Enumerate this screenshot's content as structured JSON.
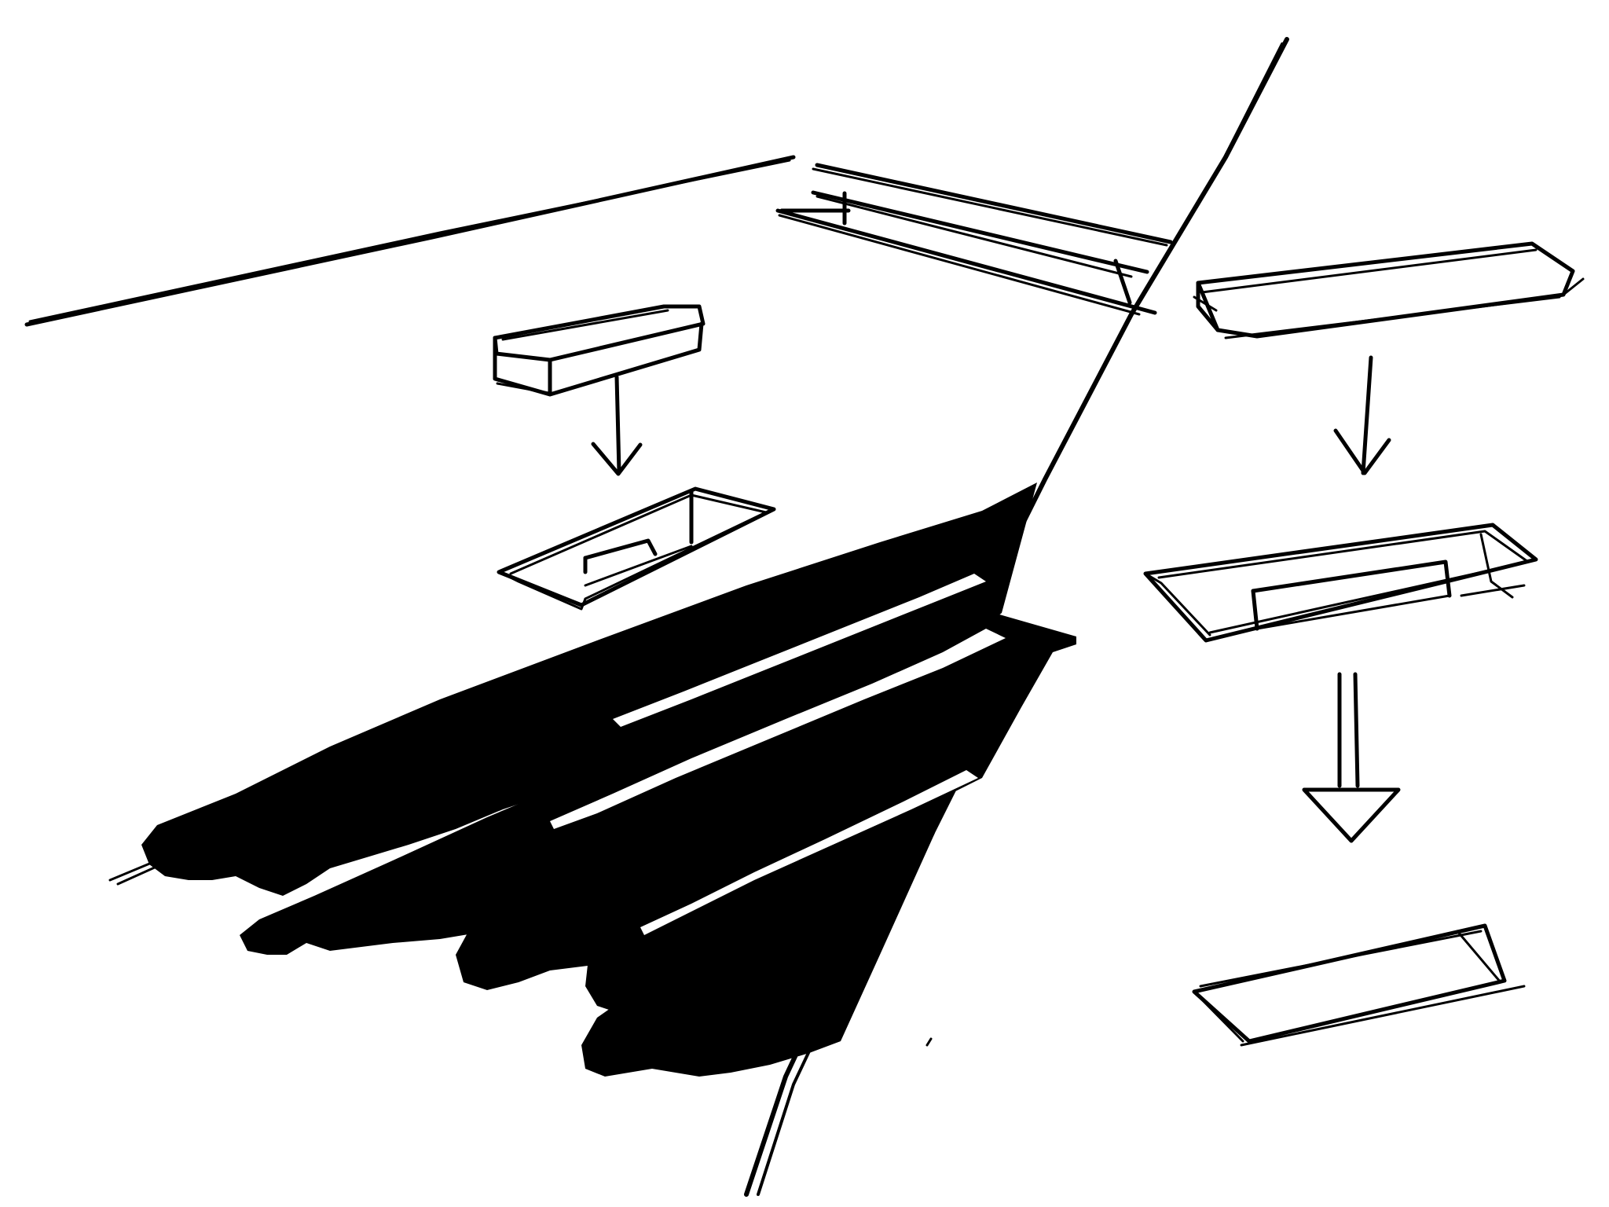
{
  "sketch": {
    "ink_color": "#000000",
    "paper_color": "#ffffff",
    "visible_text": [],
    "elements": [
      "floor-edge-line",
      "far-slot",
      "cutting-line",
      "shadow-mass",
      "block-box",
      "open-tray",
      "slab-prism",
      "open-channel",
      "flat-plate",
      "down-arrow",
      "double-down-arrow"
    ]
  }
}
